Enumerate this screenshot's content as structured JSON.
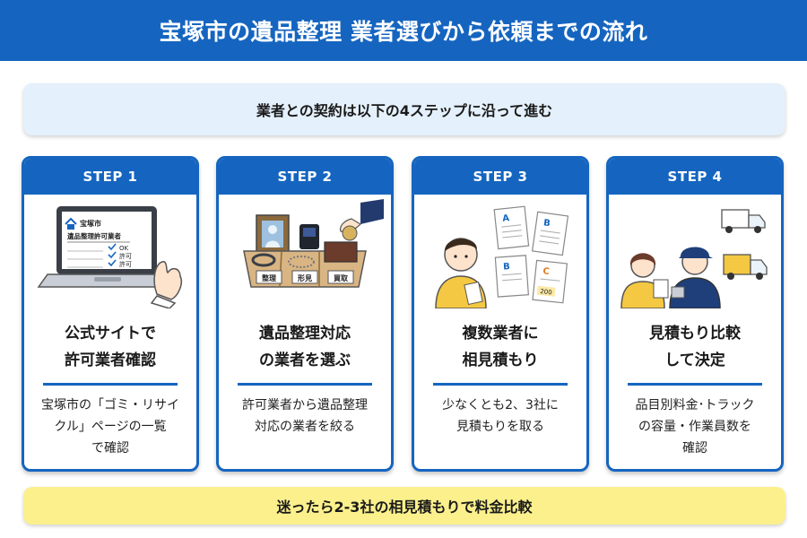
{
  "header": {
    "title": "宝塚市の遺品整理 業者選びから依頼までの流れ"
  },
  "subtitle": "業者との契約は以下の4ステップに沿って進む",
  "steps": [
    {
      "label": "STEP 1",
      "title_lines": [
        "公式サイトで",
        "許可業者確認"
      ],
      "desc_lines": [
        "宝塚市の「ゴミ・リサイ",
        "クル」ページの一覧",
        "で確認"
      ],
      "illustration": {
        "icon": "laptop-checklist",
        "screen_lines": [
          "宝塚市",
          "遺品整理許可業者"
        ],
        "check_items": [
          "OK",
          "許可",
          "許可"
        ]
      }
    },
    {
      "label": "STEP 2",
      "title_lines": [
        "遺品整理対応",
        "の業者を選ぶ"
      ],
      "desc_lines": [
        "許可業者から遺品整理",
        "対応の業者を絞る"
      ],
      "illustration": {
        "icon": "sorting-box",
        "box_labels": [
          "整理",
          "形見",
          "買取"
        ]
      }
    },
    {
      "label": "STEP 3",
      "title_lines": [
        "複数業者に",
        "相見積もり"
      ],
      "desc_lines": [
        "少なくとも2、3社に",
        "見積もりを取る"
      ],
      "illustration": {
        "icon": "person-quotes",
        "doc_letters": [
          "A",
          "B",
          "B",
          "C"
        ],
        "doc_amount": "200"
      }
    },
    {
      "label": "STEP 4",
      "title_lines": [
        "見積もり比較",
        "して決定"
      ],
      "desc_lines": [
        "品目別料金･トラック",
        "の容量・作業員数を",
        "確認"
      ],
      "illustration": {
        "icon": "staff-trucks"
      }
    }
  ],
  "footer": "迷ったら2-3社の相見積もりで料金比較",
  "colors": {
    "primary": "#1565c0",
    "subtitle_bg": "#e4f0fb",
    "footer_bg": "#fbf08c"
  }
}
